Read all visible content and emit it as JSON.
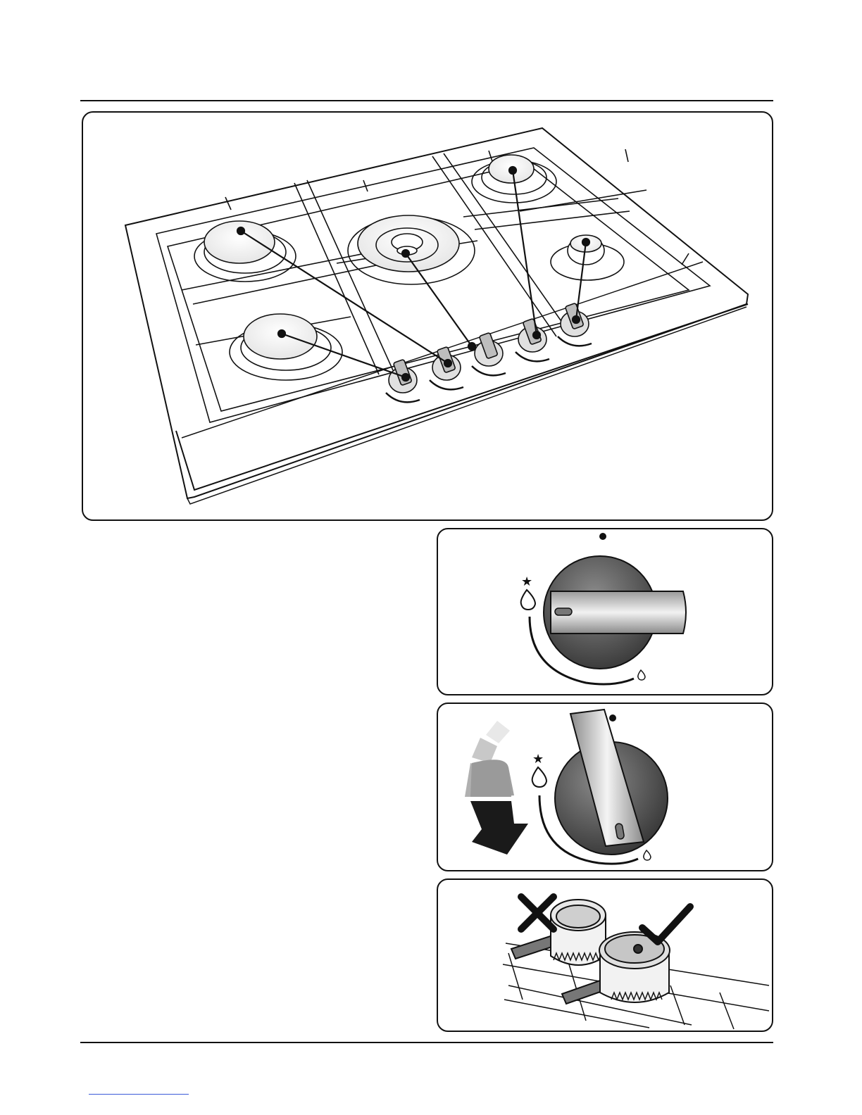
{
  "page": {
    "panels": [
      {
        "id": "hob-overview",
        "description_icon": "gas-hob-five-burners-icon"
      },
      {
        "id": "knob-off",
        "description_icon": "control-knob-off-icon"
      },
      {
        "id": "knob-turn",
        "description_icon": "control-knob-turn-max-icon"
      },
      {
        "id": "pan-position",
        "description_icon": "pan-handle-position-icon"
      }
    ]
  },
  "colors": {
    "line": "#111111",
    "knob_dark": "#4a4a4a",
    "knob_silver": "#d8d8d8",
    "arrow_dark": "#1a1a1a",
    "arrow_mid": "#9a9a9a",
    "arrow_light": "#d0d0d0",
    "link": "#3a5bd9"
  }
}
